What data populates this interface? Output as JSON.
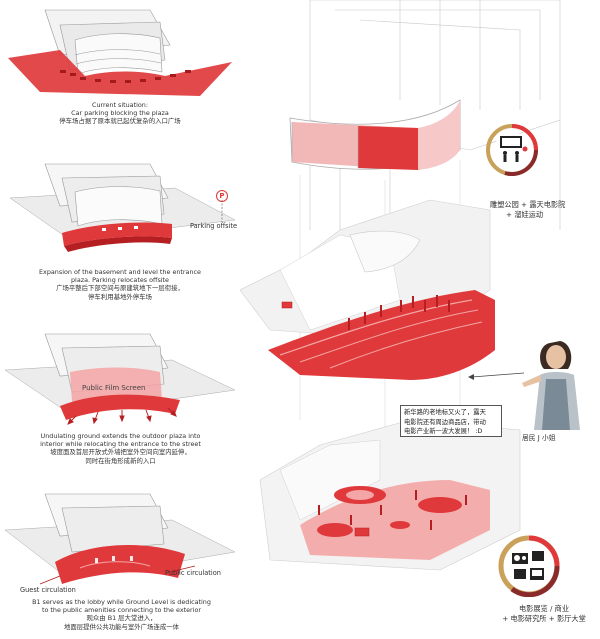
{
  "panels": [
    {
      "id": "current",
      "caption": [
        "Current situation:",
        "Car parking blocking the plaza",
        "停车场占据了原本就已起伏复杂的入口广场"
      ]
    },
    {
      "id": "expansion",
      "caption": [
        "Expansion of the basement and level the entrance",
        "plaza. Parking relocates offsite",
        "广场平整后下部空间与原建筑地下一层衔接，",
        "停车利用基地外停车场"
      ],
      "parking_icon": "P",
      "parking_label": "Parking offsite"
    },
    {
      "id": "undulating",
      "caption": [
        "Undulating ground extends the outdoor plaza into",
        "interior while relocating the entrance to the street",
        "坡度面及首层开放式外墙把室外空间向室内延伸，",
        "同时在街角形成新的入口"
      ],
      "screen_label": "Public Film Screen"
    },
    {
      "id": "b1",
      "caption": [
        "B1 serves as the lobby while Ground Level is dedicating",
        "to the public amenities connecting to the exterior",
        "观众由 B1 层大堂进入，",
        "地面层提供公共功能与室外广场连成一体"
      ],
      "public_label": "Public circulation",
      "guest_label": "Guest circulation"
    }
  ],
  "program_top": {
    "lines": [
      "雕塑公园 + 露天电影院",
      "+ 溜娃运动"
    ],
    "icon": "cinema-playground-icon"
  },
  "resident": {
    "quote": [
      "新华路的老地标又火了，露天",
      "电影院还有周边商品店，带动",
      "电影产业新一波大发展！ :D"
    ],
    "name": "居民 J 小姐"
  },
  "program_bottom": {
    "lines": [
      "电影展览 / 商业",
      "+ 电影研究所 + 影厅大堂"
    ],
    "icon": "film-exhibition-icon"
  },
  "colors": {
    "accent": "#e0393b",
    "accent_light": "#f4a5a5",
    "accent_dark": "#b51f22",
    "gold": "#c9a15a",
    "maroon": "#8a2b2b"
  }
}
